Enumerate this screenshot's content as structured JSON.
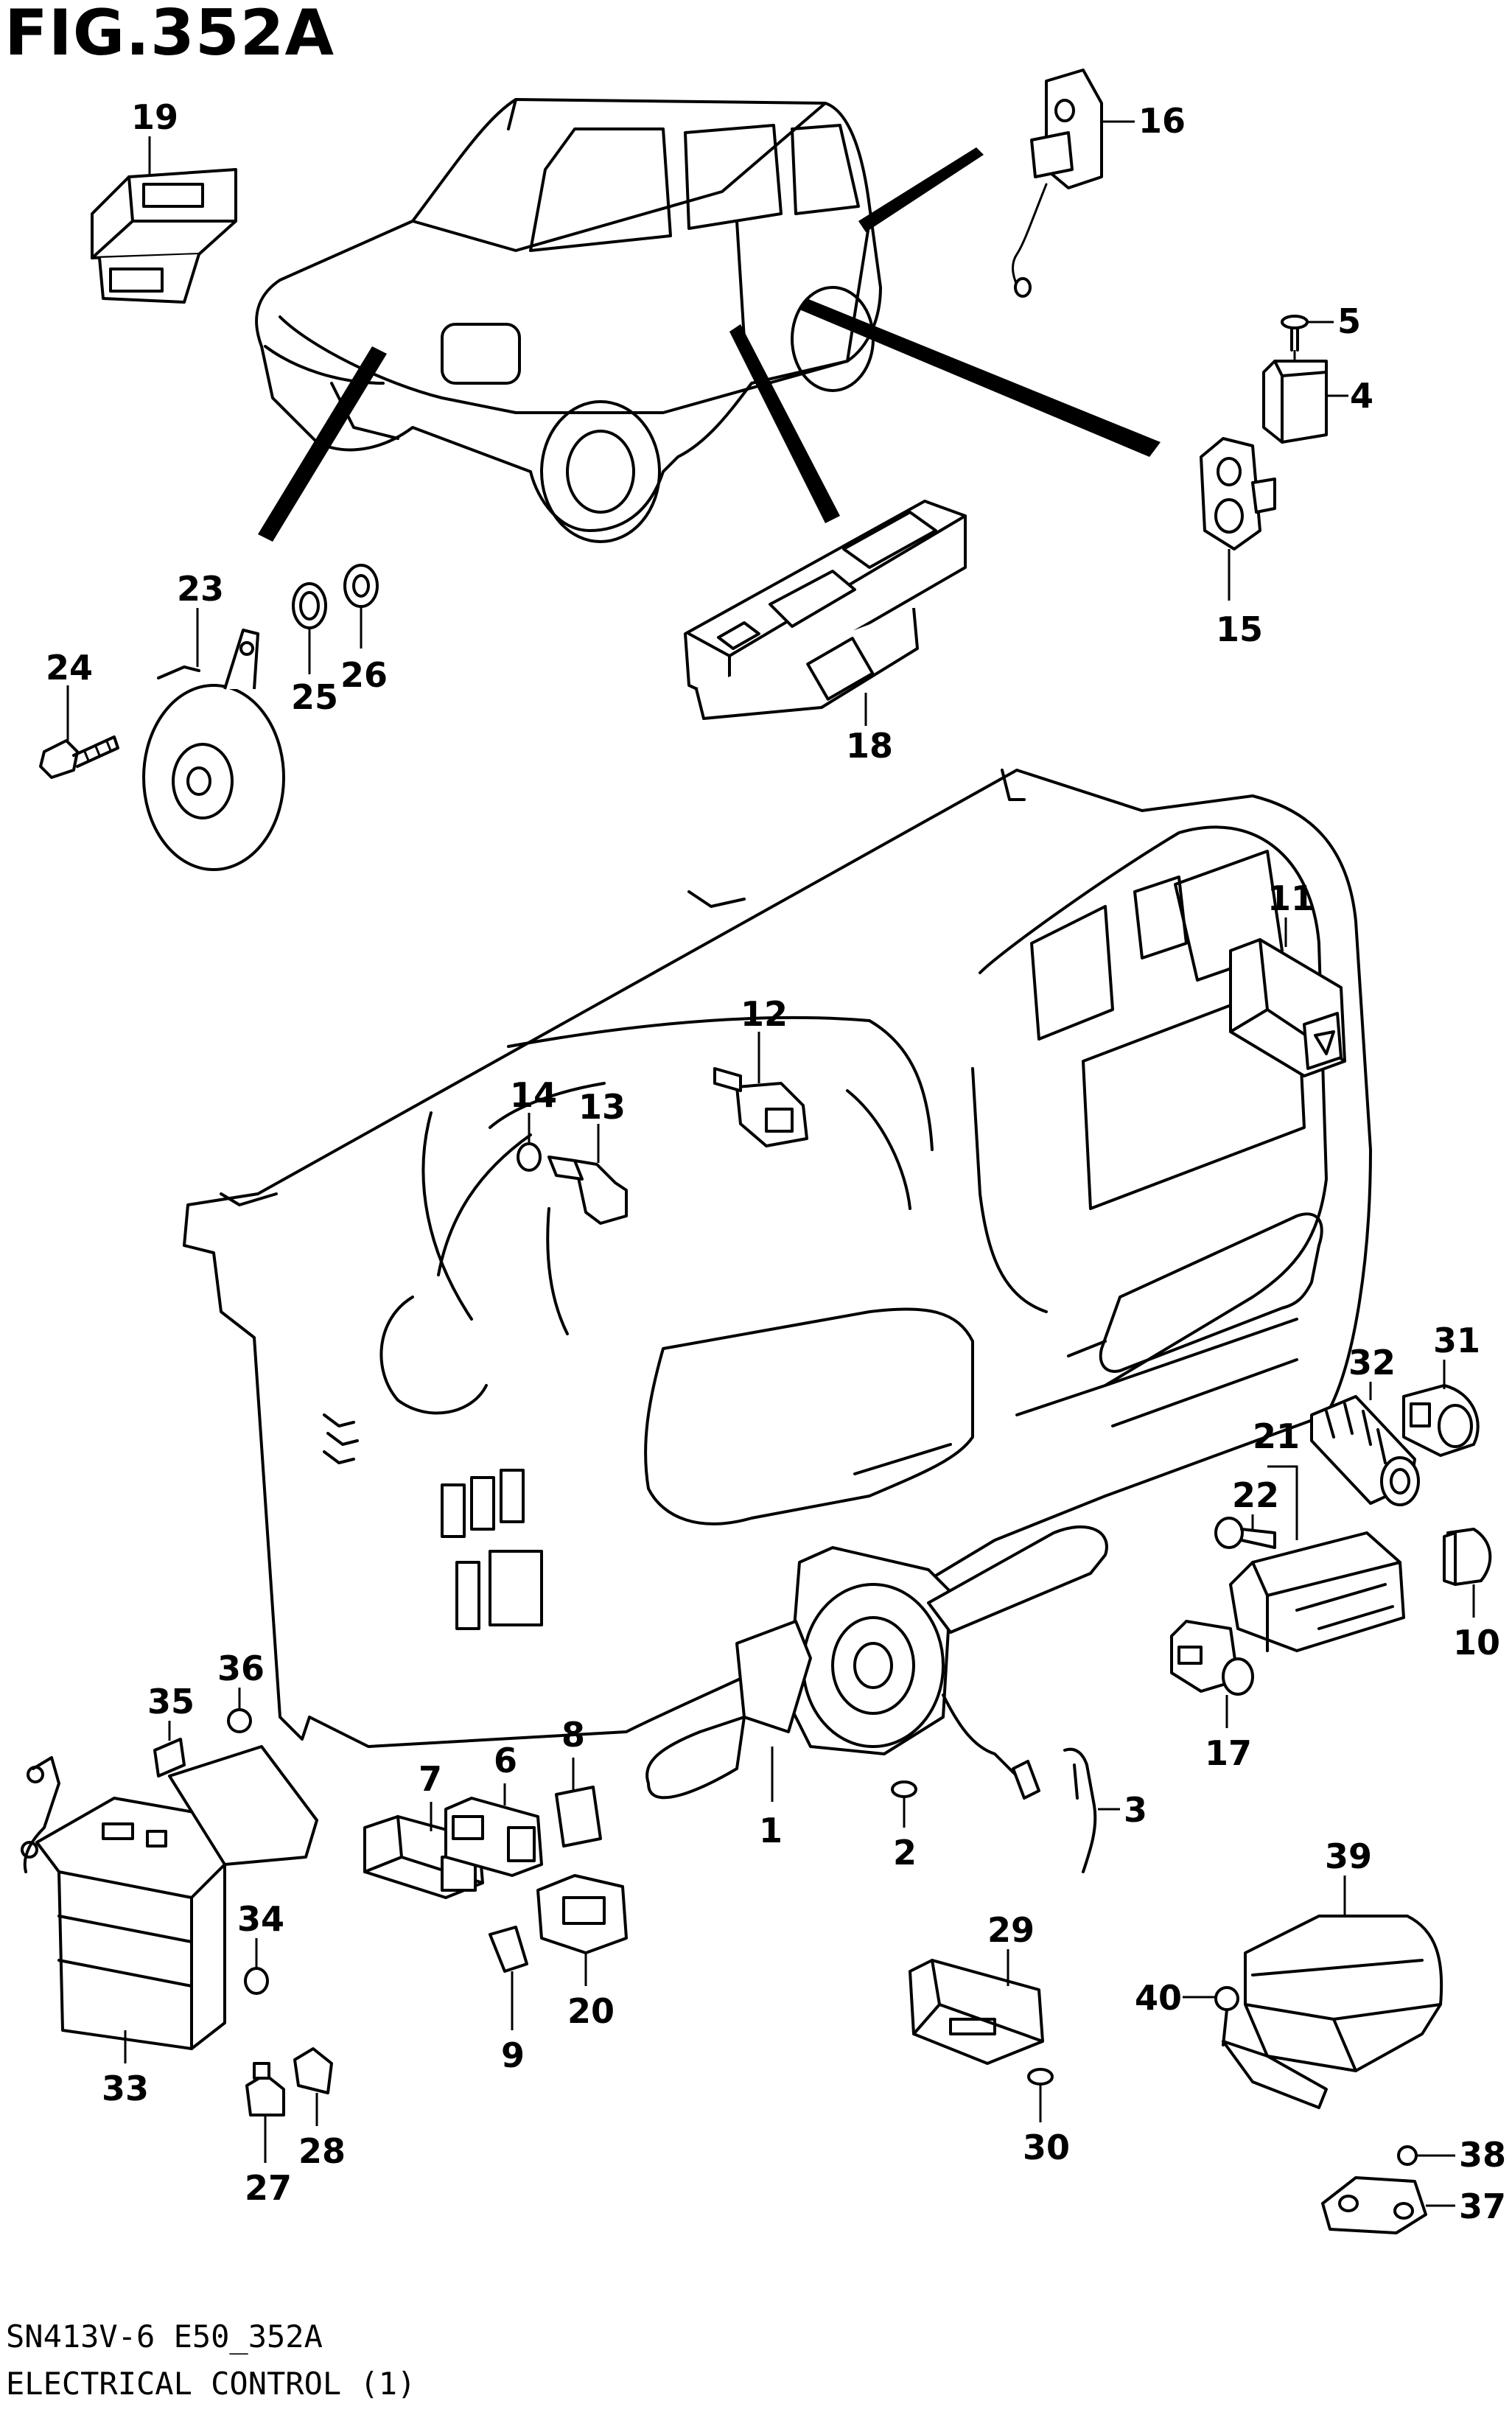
{
  "figure": {
    "title": "FIG.352A",
    "model_code": "SN413V-6 E50_352A",
    "caption": "ELECTRICAL CONTROL (1)"
  },
  "callouts": [
    "1",
    "2",
    "3",
    "4",
    "5",
    "6",
    "7",
    "8",
    "9",
    "10",
    "11",
    "12",
    "13",
    "14",
    "15",
    "16",
    "17",
    "18",
    "19",
    "20",
    "21",
    "22",
    "23",
    "24",
    "25",
    "26",
    "27",
    "28",
    "29",
    "30",
    "31",
    "32",
    "33",
    "34",
    "35",
    "36",
    "37",
    "38",
    "39",
    "40"
  ]
}
